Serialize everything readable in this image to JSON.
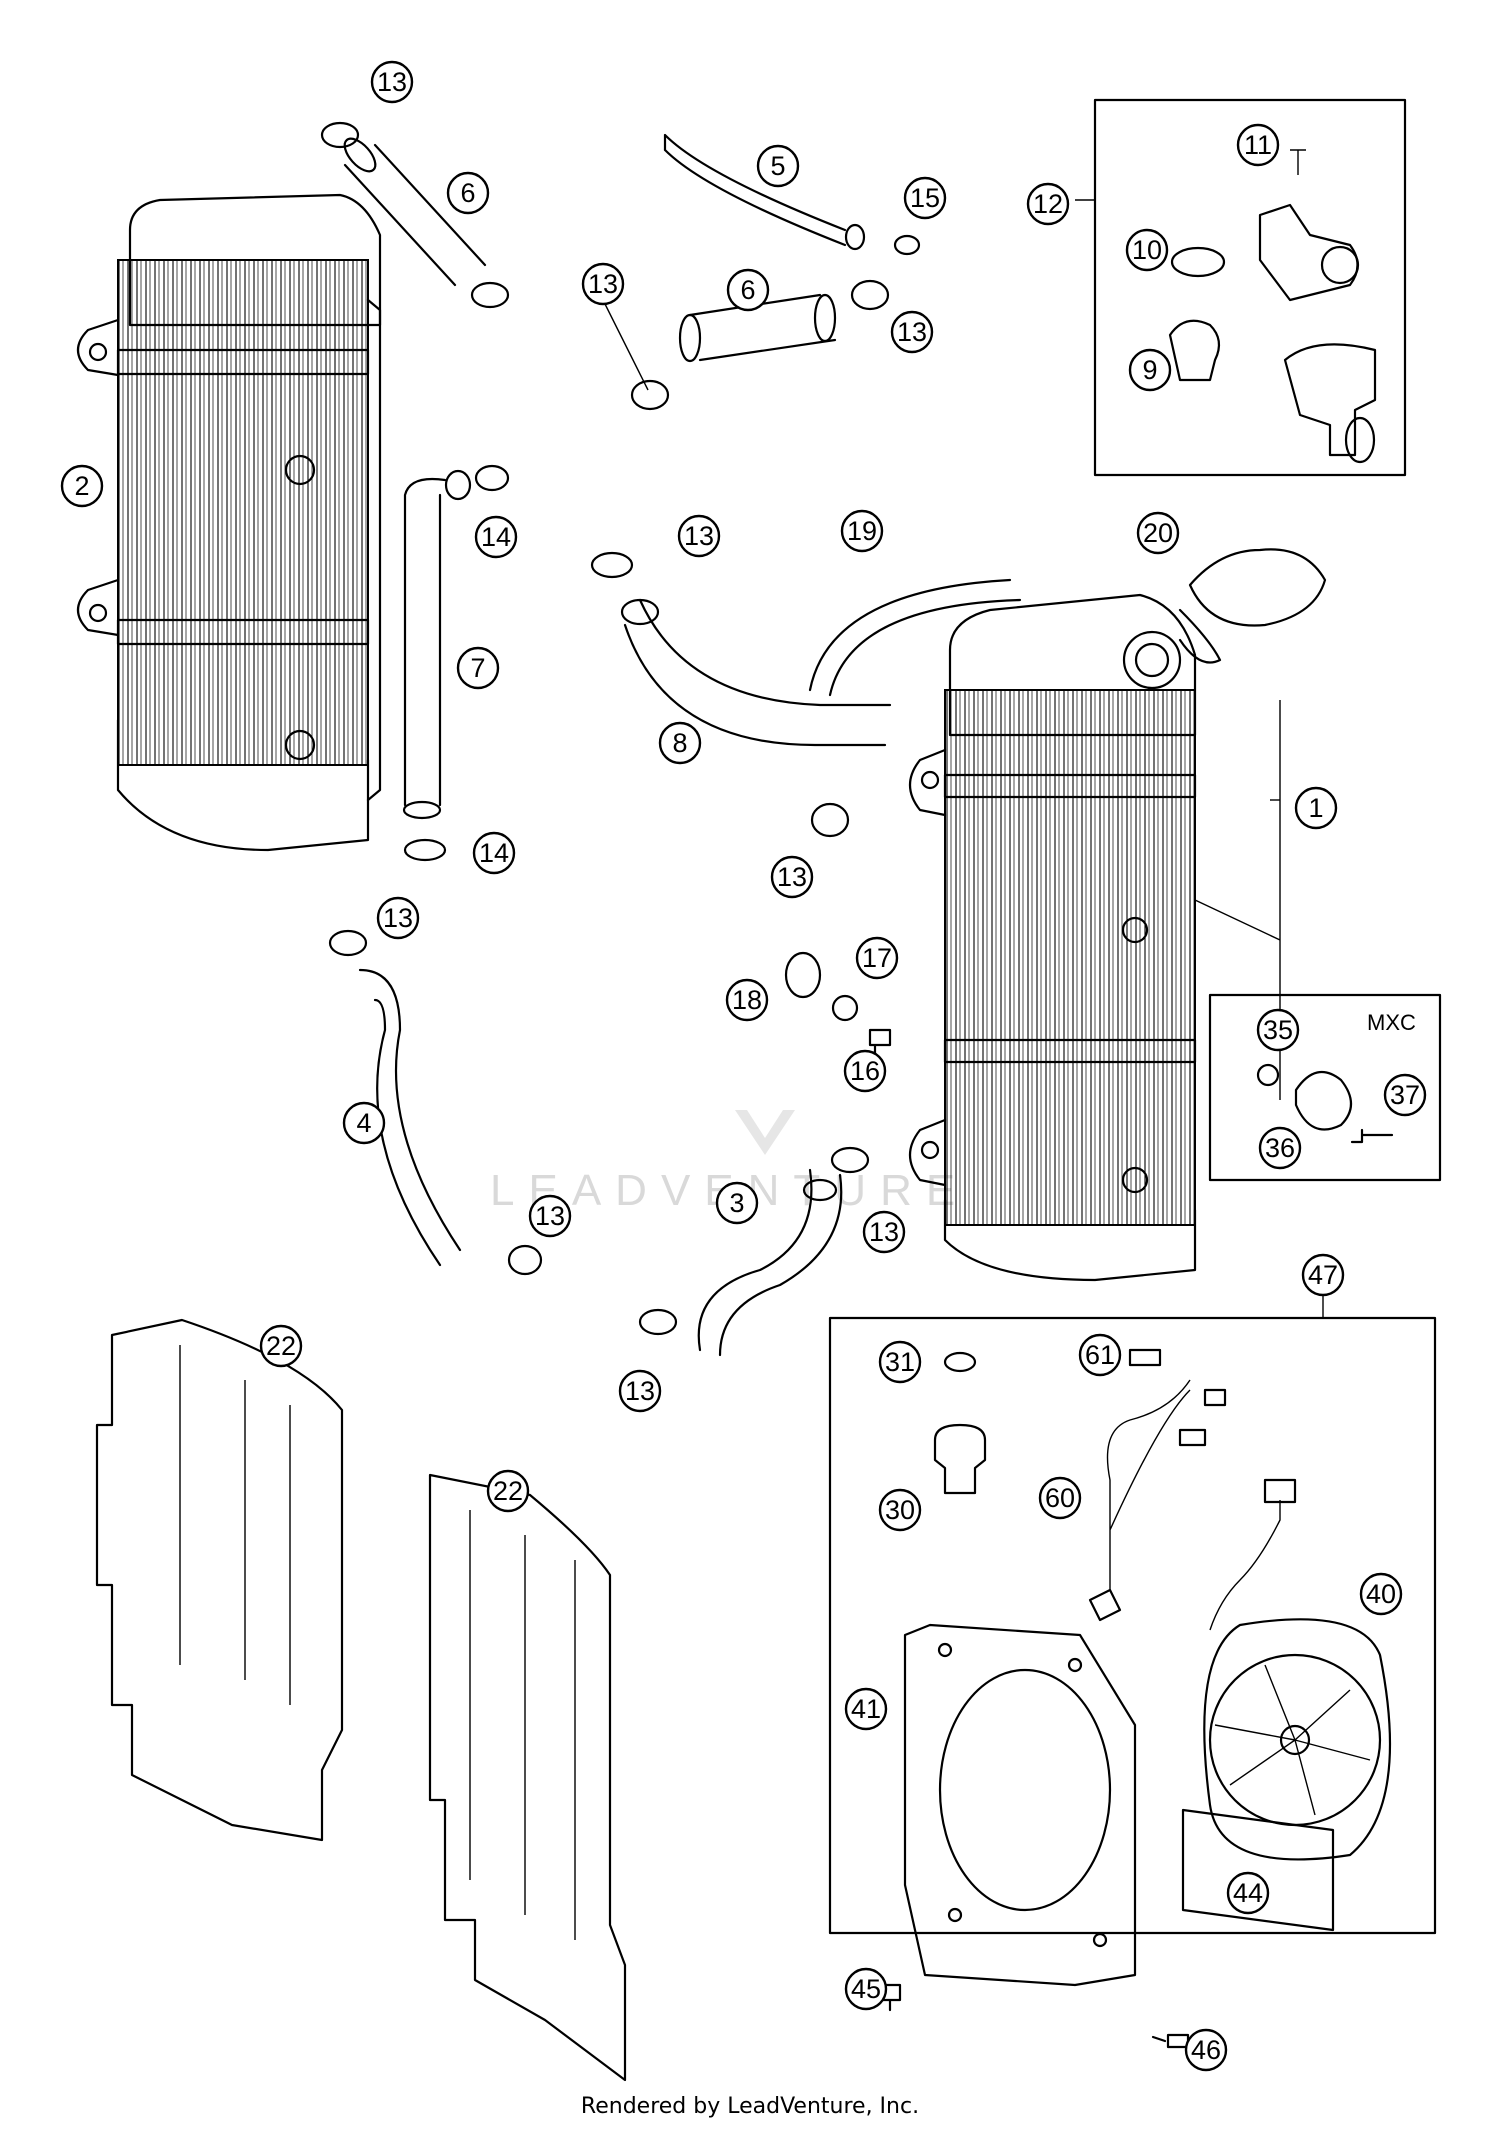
{
  "watermark": "LEADVENTURE",
  "footer": "Rendered by LeadVenture, Inc.",
  "mxc_box_label": "MXC",
  "callouts": [
    "1",
    "2",
    "3",
    "4",
    "5",
    "6",
    "7",
    "8",
    "9",
    "10",
    "11",
    "12",
    "13",
    "14",
    "15",
    "16",
    "17",
    "18",
    "19",
    "20",
    "22",
    "30",
    "31",
    "35",
    "36",
    "37",
    "40",
    "41",
    "44",
    "45",
    "46",
    "47",
    "60",
    "61"
  ]
}
